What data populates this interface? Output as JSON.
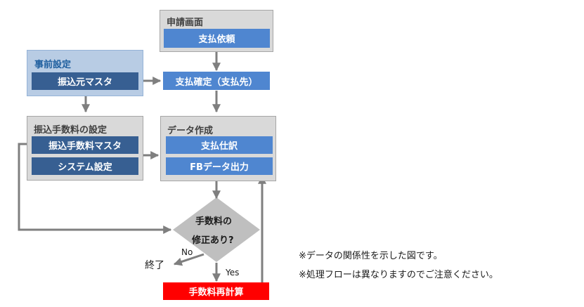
{
  "application_screen": {
    "title": "申請画面",
    "payment_request_label": "支払依頼"
  },
  "payment_confirm_label": "支払確定（支払先）",
  "pre_settings": {
    "title": "事前設定",
    "source_master_label": "振込元マスタ"
  },
  "fee_settings": {
    "title": "振込手数料の設定",
    "fee_master_label": "振込手数料マスタ",
    "system_settings_label": "システム設定"
  },
  "data_creation": {
    "title": "データ作成",
    "payment_journal_label": "支払仕訳",
    "fb_output_label": "FBデータ出力"
  },
  "decision": {
    "line1": "手数料の",
    "line2": "修正あり?"
  },
  "no_label": "No",
  "yes_label": "Yes",
  "end_label": "終了",
  "recalc_label": "手数料再計算",
  "notes": [
    "※データの関係性を示した図です。",
    "※処理フローは異なりますのでご注意ください。"
  ],
  "colors": {
    "dark_blue": "#375f92",
    "light_blue": "#4f86d0",
    "red": "#ff0000",
    "arrow": "#7f7f7f",
    "decision": "#bfbfbf"
  }
}
